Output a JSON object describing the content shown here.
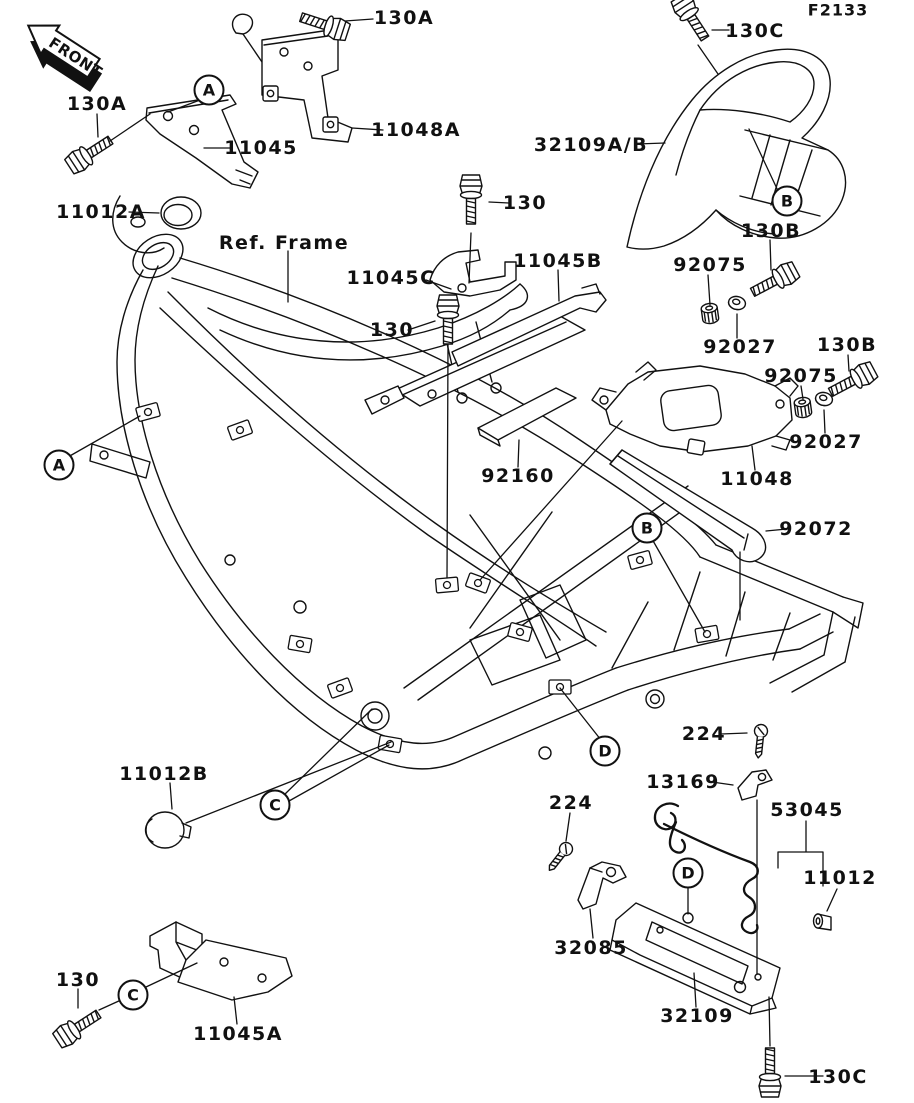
{
  "meta": {
    "figure_code": "F2133"
  },
  "orientation": {
    "front_label": "FRONT"
  },
  "frame_ref": {
    "label": "Ref. Frame"
  },
  "section_markers": {
    "a1": "A",
    "a2": "A",
    "b1": "B",
    "b2": "B",
    "c1": "C",
    "c2": "C",
    "d1": "D",
    "d2": "D"
  },
  "part_labels": {
    "bolt_130a_top": "130A",
    "bolt_130a_left": "130A",
    "bolt_130c_top": "130C",
    "bracket_11045": "11045",
    "bracket_11048a": "11048A",
    "cover_32109ab": "32109A/B",
    "cap_11012a": "11012A",
    "bolt_130_mid": "130",
    "bolt_130_lower": "130",
    "bracket_11045c": "11045C",
    "bracket_11045b": "11045B",
    "nut_92075_left": "92075",
    "bolt_130b_left": "130B",
    "washer_92027_left": "92027",
    "bolt_130b_right": "130B",
    "nut_92075_right": "92075",
    "washer_92027_right": "92027",
    "bracket_11048": "11048",
    "pad_92160": "92160",
    "bar_92072": "92072",
    "screw_224_right": "224",
    "clamp_13169": "13169",
    "wire_53045": "53045",
    "cap_11012b": "11012B",
    "screw_224_mid": "224",
    "bushing_11012": "11012",
    "bracket_32085": "32085",
    "bolt_130_bottom": "130",
    "bracket_11045a": "11045A",
    "plate_32109": "32109",
    "bolt_130c_bottom": "130C"
  }
}
